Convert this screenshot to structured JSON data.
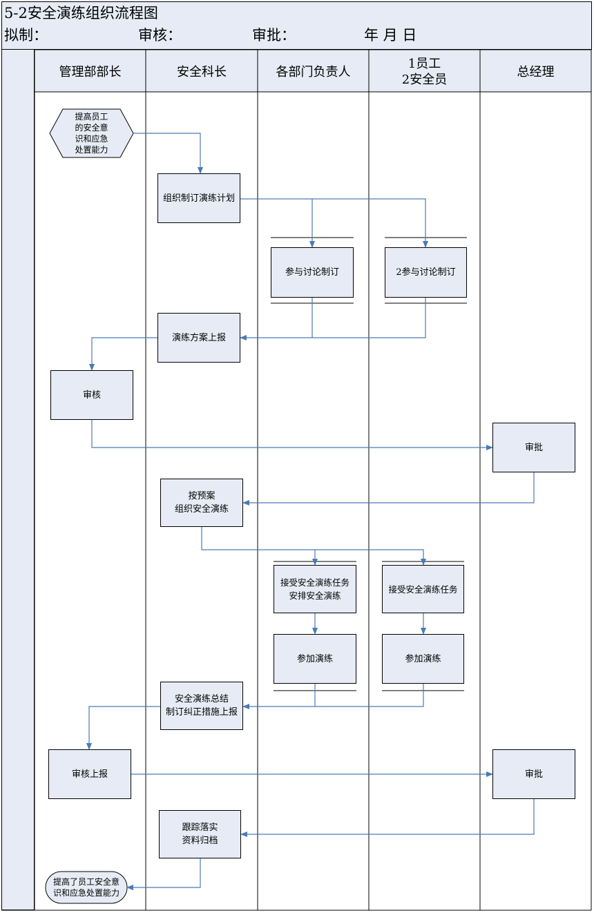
{
  "header": {
    "title": "5-2安全演练组织流程图",
    "drafter_label": "拟制：",
    "reviewer_label": "审核：",
    "approver_label": "审批：",
    "date_label": "年  月  日"
  },
  "lanes": [
    "管理部部长",
    "安全科长",
    "各部门负责人",
    "1员工\n2安全员",
    "总经理"
  ],
  "nodes": {
    "start": "提高员工\n的安全意\n识和应急\n处置能力",
    "plan": "组织制订演练计划",
    "discuss_dept": "参与讨论制订",
    "discuss_staff": "2参与讨论制订",
    "report_plan": "演练方案上报",
    "review": "审核",
    "approve1": "审批",
    "organize": "按预案\n组织安全演练",
    "accept_dept": "接受安全演练任务\n安排安全演练",
    "accept_staff": "接受安全演练任务",
    "join_dept": "参加演练",
    "join_staff": "参加演练",
    "summary": "安全演练总结\n制订纠正措施上报",
    "review_report": "审核上报",
    "approve2": "审批",
    "track": "跟踪落实\n资料归档",
    "end": "提高了员工安全意\n识和应急处置能力"
  },
  "colors": {
    "box_fill": "#e6ebf5",
    "arrow": "#4a7ab5",
    "line": "#000000"
  }
}
